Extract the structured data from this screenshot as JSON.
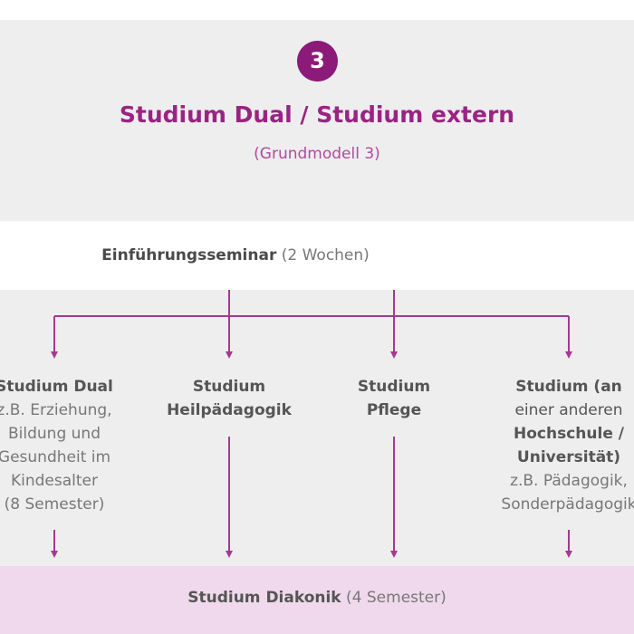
{
  "header": {
    "badge": "3",
    "title": "Studium Dual / Studium extern",
    "subtitle": "(Grundmodell 3)"
  },
  "intro": {
    "bold": "Einführungsseminar",
    "light": " (2 Wochen)"
  },
  "columns": [
    {
      "head": [
        "Studium Dual"
      ],
      "details": [
        "z.B. Erziehung,",
        "Bildung und",
        "Gesundheit im",
        "Kindesalter",
        "(8 Semester)"
      ]
    },
    {
      "head": [
        "Studium",
        "Heilpädagogik"
      ],
      "details": []
    },
    {
      "head": [
        "Studium",
        "Pflege"
      ],
      "details": []
    },
    {
      "head": [
        "Studium (an",
        "einer anderen",
        "Hochschule /",
        "Universität)"
      ],
      "details": [
        "z.B. Pädagogik,",
        "Sonderpädagogik"
      ]
    }
  ],
  "footer": {
    "bold": "Studium Diakonik",
    "light": " (4 Semester)"
  },
  "colors": {
    "accent": "#9b2383",
    "badge": "#8b1a78",
    "connector": "#a6398f",
    "band_gray": "#eeeeef",
    "band_pink": "#f0d9ec"
  }
}
